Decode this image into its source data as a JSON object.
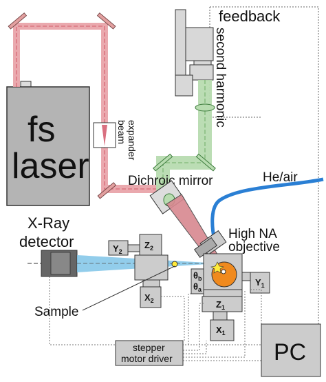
{
  "labels": {
    "feedback": "feedback",
    "second_harmonic": "second harmonic",
    "fs_laser_line1": "fs",
    "fs_laser_line2": "laser",
    "beam_expander_line1": "beam",
    "beam_expander_line2": "expander",
    "dichroic_mirror": "Dichroic mirror",
    "he_air": "He/air",
    "xray_line1": "X-Ray",
    "xray_line2": "detector",
    "high_na_line1": "High NA",
    "high_na_line2": "objective",
    "sample": "Sample",
    "stepper_line1": "stepper",
    "stepper_line2": "motor driver",
    "pc": "PC"
  },
  "stage_labels": {
    "y2": "Y",
    "y2_sub": "2",
    "z2": "Z",
    "z2_sub": "2",
    "x2": "X",
    "x2_sub": "2",
    "theta_b": "θ",
    "theta_b_sub": "b",
    "theta_a": "θ",
    "theta_a_sub": "a",
    "y1": "Y",
    "y1_sub": "1",
    "z1": "Z",
    "z1_sub": "1",
    "x1": "X",
    "x1_sub": "1"
  },
  "colors": {
    "laser_beam": "#e8a0a6",
    "green_beam": "#b8dcb0",
    "xray_beam": "#7fc4e8",
    "he_air_tube": "#2a7fd4",
    "sample_disk": "#f08a1e",
    "mirror": "#d98a8a",
    "box_fill": "#cccccc",
    "box_stroke": "#333333"
  }
}
